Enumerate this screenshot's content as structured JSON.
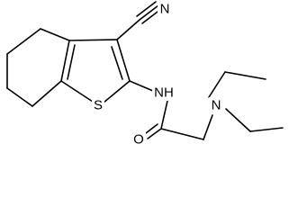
{
  "molecule": {
    "atoms": {
      "nitrile_n": "N",
      "thiophene_s": "S",
      "amide_nh": "NH",
      "carbonyl_o": "O",
      "amine_n": "N"
    },
    "colors": {
      "bond": "#000000",
      "label": "#000000",
      "background": "#ffffff"
    }
  }
}
